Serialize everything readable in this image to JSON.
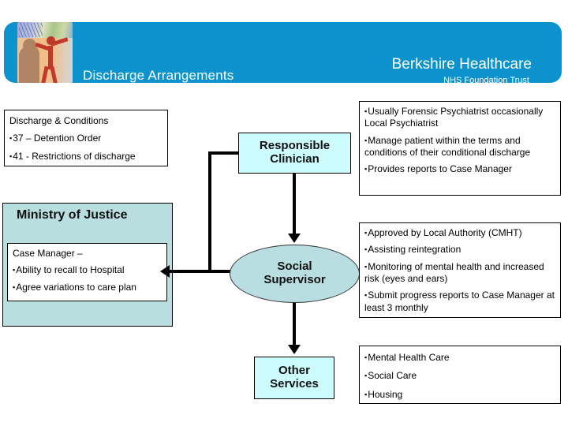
{
  "header": {
    "title": "Discharge Arrangements",
    "brand_name": "Berkshire Healthcare",
    "brand_subtitle": "NHS Foundation Trust",
    "banner_color": "#0c93ce",
    "logo_name": "berkshire-healthcare-artwork-logo"
  },
  "left_column": {
    "discharge_conditions": {
      "heading": "Discharge & Conditions",
      "items": [
        "37 – Detention Order",
        "41 - Restrictions of discharge"
      ]
    },
    "ministry_of_justice": {
      "title": "Ministry of Justice",
      "panel_color": "#b9dee0",
      "case_manager": {
        "heading": "Case Manager –",
        "items": [
          "Ability to recall to Hospital",
          "Agree variations to care plan"
        ]
      }
    }
  },
  "nodes": {
    "responsible_clinician": {
      "line1": "Responsible",
      "line2": "Clinician",
      "fill": "#ccfcfe"
    },
    "social_supervisor": {
      "line1": "Social",
      "line2": "Supervisor",
      "fill": "#b8dee2"
    },
    "other_services": {
      "line1": "Other",
      "line2": "Services",
      "fill": "#ccfcfe"
    }
  },
  "right_column": {
    "clinician_notes": [
      "Usually  Forensic Psychiatrist occasionally Local Psychiatrist",
      "Manage patient within the terms and conditions of their conditional discharge",
      "Provides reports to Case Manager"
    ],
    "supervisor_notes": [
      "Approved by Local Authority (CMHT)",
      "Assisting reintegration",
      "Monitoring of mental health and increased risk (eyes and ears)",
      "Submit progress reports to Case Manager at least 3 monthly"
    ],
    "services_notes": [
      "Mental Health Care",
      "Social Care",
      "Housing"
    ]
  }
}
